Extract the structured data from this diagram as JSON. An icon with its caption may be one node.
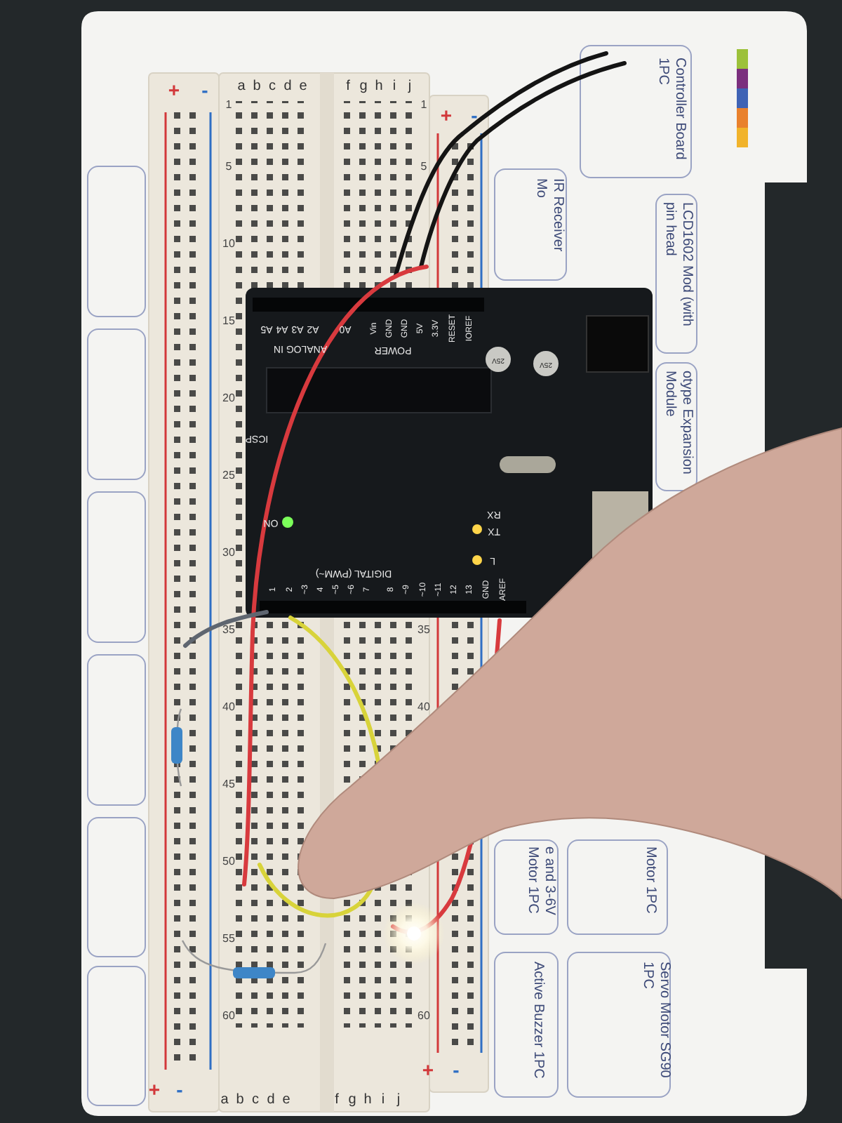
{
  "diagram": {
    "nodes": [
      {
        "text": [
          "Controller Board 1PC"
        ]
      },
      {
        "text": [
          "IR Receiver Mo"
        ]
      },
      {
        "text": [
          "LCD1602 Mod (with pin head"
        ]
      },
      {
        "text": [
          "otype Expansion Module"
        ]
      },
      {
        "text": [
          "e and 3-6V Motor 1PC"
        ]
      },
      {
        "text": [
          "Motor 1PC"
        ]
      },
      {
        "text": [
          "Active Buzzer 1PC"
        ]
      },
      {
        "text": [
          "Servo Motor SG90 1PC"
        ]
      },
      {
        "text": [],
        "shape": "box"
      },
      {
        "text": [],
        "shape": "box"
      },
      {
        "text": [],
        "shape": "box"
      },
      {
        "text": [],
        "shape": "box"
      },
      {
        "text": [],
        "shape": "box"
      },
      {
        "text": [],
        "shape": "box"
      }
    ],
    "edges": [],
    "labels": [
      "+",
      "-",
      "a",
      "b",
      "c",
      "d",
      "e",
      "f",
      "g",
      "h",
      "i",
      "j",
      "+",
      "-",
      "1",
      "5",
      "10",
      "15",
      "20",
      "25",
      "30",
      "35",
      "40",
      "45",
      "50",
      "55",
      "60",
      "1",
      "5",
      "35",
      "40",
      "60",
      "ANALOG IN",
      "A5",
      "A4",
      "A3",
      "A2",
      "A0",
      "POWER",
      "Vin",
      "GND",
      "GND",
      "5V",
      "3.3V",
      "RESET",
      "IOREF",
      "25V",
      "25V",
      "ICSP",
      "ON",
      "RX",
      "TX",
      "L",
      "DIGITAL (PWM~)",
      "1",
      "2",
      "~3",
      "4",
      "~5",
      "~6",
      "7",
      "8",
      "~9",
      "~10",
      "~11",
      "12",
      "13",
      "GND",
      "AREF",
      "+",
      "-",
      "a",
      "b",
      "c",
      "d",
      "e",
      "f",
      "g",
      "h",
      "i",
      "j",
      "+",
      "-"
    ]
  }
}
